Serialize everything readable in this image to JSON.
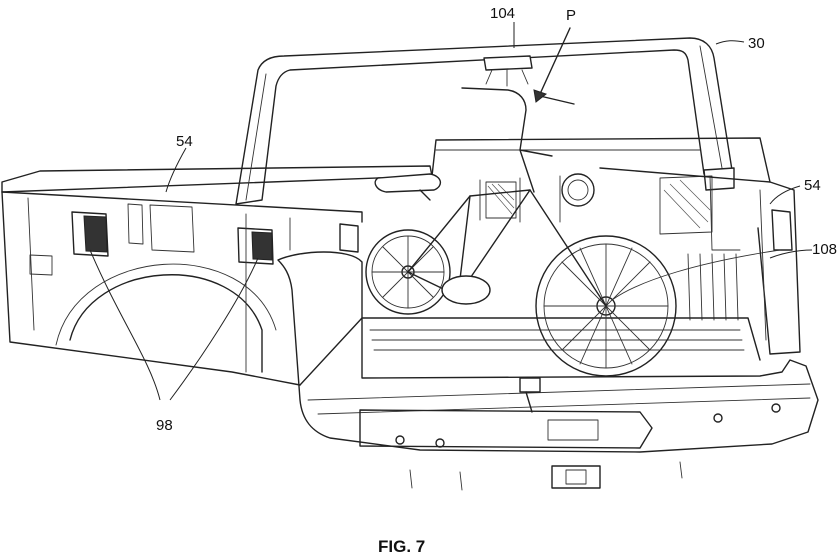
{
  "figure": {
    "caption": "FIG. 7"
  },
  "reference_numerals": {
    "light": "104",
    "object": "P",
    "cab_frame": "30",
    "bed_wall_left": "54",
    "bed_wall_right": "54",
    "tie_down": "108",
    "fixtures": "98"
  }
}
